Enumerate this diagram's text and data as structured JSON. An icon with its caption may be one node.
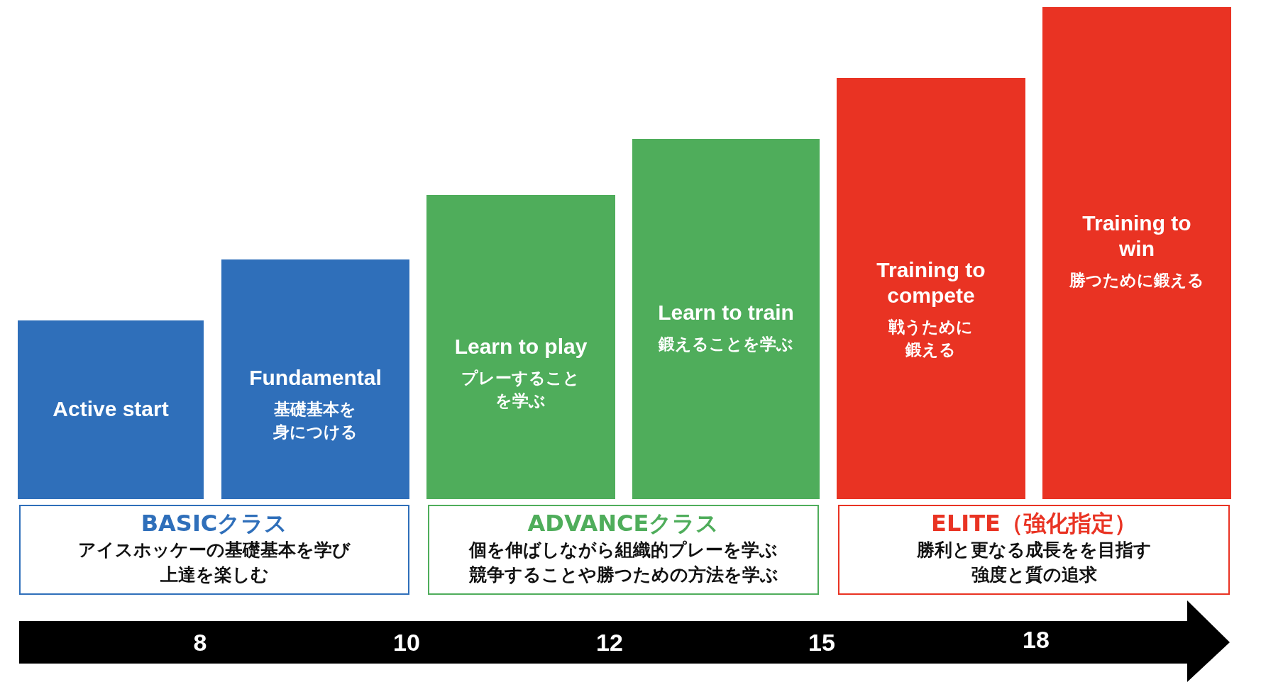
{
  "diagram": {
    "nodes": [
      {
        "text": [
          "Active start"
        ]
      },
      {
        "text": [
          "Fundamental",
          "基礎基本を身につける"
        ]
      },
      {
        "text": [
          "Learn to play",
          "プレーすることを学ぶ"
        ]
      },
      {
        "text": [
          "Learn to train",
          "鍛えることを学ぶ"
        ]
      },
      {
        "text": [
          "Training to compete",
          "戦うために鍛える"
        ]
      },
      {
        "text": [
          "Training to win",
          "勝つために鍛える"
        ]
      },
      {
        "text": [
          "BASICクラス",
          "アイスホッケーの基礎基本を学び上達を楽しむ"
        ]
      },
      {
        "text": [
          "ADVANCEクラス",
          "個を伸ばしながら組織的プレーを学ぶ競争することや勝つための方法を学ぶ"
        ]
      },
      {
        "text": [
          "ELITE（強化指定）",
          "勝利と更なる成長をを目指す強度と質の追求"
        ]
      }
    ],
    "edges": [],
    "labels": [
      "8",
      "10",
      "12",
      "15",
      "18"
    ]
  }
}
